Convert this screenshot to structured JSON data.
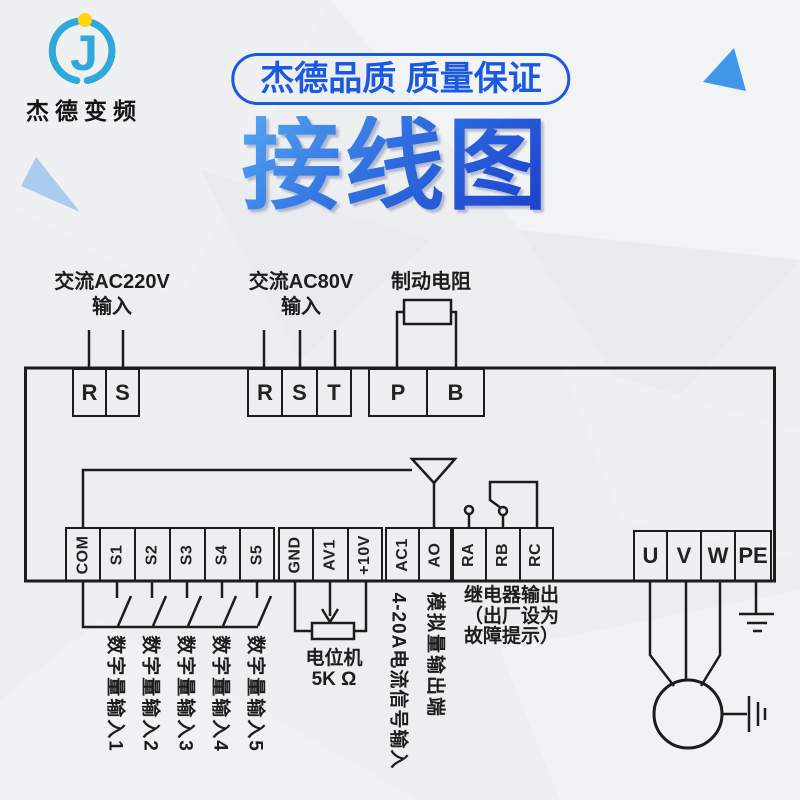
{
  "brand": {
    "logo_text": "杰德变频",
    "badge_text": "杰德品质 质量保证",
    "title": "接线图"
  },
  "labels": {
    "ac220_line1": "交流AC220V",
    "ac220_line2": "输入",
    "ac80_line1": "交流AC80V",
    "ac80_line2": "输入",
    "brake_resistor": "制动电阻",
    "pot_line1": "电位机",
    "pot_line2": "5K Ω",
    "current_signal": "4-20A电流信号输入",
    "analog_output": "模拟量输出端",
    "relay_line1": "继电器输出",
    "relay_line2": "（出厂设为",
    "relay_line3": "故障提示）",
    "digital_inputs": [
      "数字量输入1",
      "数字量输入2",
      "数字量输入3",
      "数字量输入4",
      "数字量输入5"
    ]
  },
  "terminals": {
    "mains_in": [
      "R",
      "S"
    ],
    "aux_in": [
      "R",
      "S",
      "T"
    ],
    "brake": [
      "P",
      "B"
    ],
    "digital": [
      "COM",
      "S1",
      "S2",
      "S3",
      "S4",
      "S5"
    ],
    "analog_in": [
      "GND",
      "AV1",
      "+10V"
    ],
    "analog_misc": [
      "AC1",
      "AO"
    ],
    "relay": [
      "RA",
      "RB",
      "RC"
    ],
    "output": [
      "U",
      "V",
      "W",
      "PE"
    ]
  },
  "colors": {
    "accent_blue": "#1a5ae0",
    "title_gradient_start": "#55a6f2",
    "title_gradient_end": "#1a3ecb",
    "logo_cyan": "#2fa8dc",
    "logo_dot_yellow": "#ffd60a",
    "deco_triangle_dark": "#3e97e8",
    "deco_triangle_light": "#a9ccef",
    "line_black": "#1c1c1c",
    "background": "#edeef0"
  }
}
